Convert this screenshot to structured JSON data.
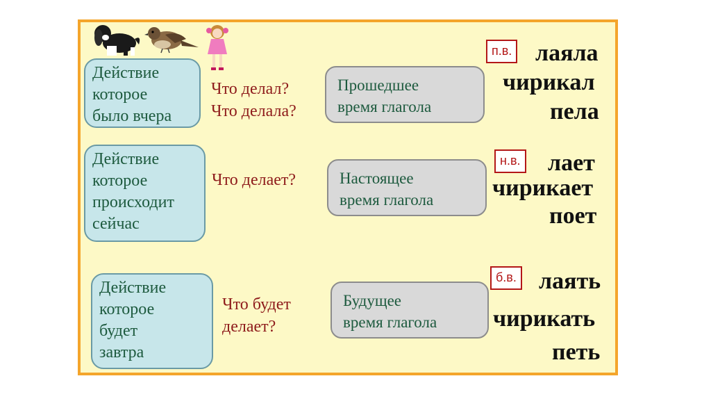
{
  "rows": [
    {
      "action_lines": [
        "Действие",
        "которое",
        "было вчера"
      ],
      "question_lines": [
        "Что делал?",
        "Что делала?"
      ],
      "tense_lines": [
        "Прошедшее",
        "время глагола"
      ],
      "tag": "п.в.",
      "verbs": [
        "лаяла",
        "чирикал",
        "пела"
      ]
    },
    {
      "action_lines": [
        "Действие",
        "которое",
        "происходит",
        "сейчас"
      ],
      "question_lines": [
        "Что делает?"
      ],
      "tense_lines": [
        "Настоящее",
        "время глагола"
      ],
      "tag": "н.в.",
      "verbs": [
        "лает",
        "чирикает",
        "поет"
      ]
    },
    {
      "action_lines": [
        "Действие",
        "которое",
        "будет",
        "завтра"
      ],
      "question_lines": [
        "Что будет",
        "делает?"
      ],
      "tense_lines": [
        "Будущее",
        "время глагола"
      ],
      "tag": "б.в.",
      "verbs": [
        "лаять",
        "чирикать",
        "петь"
      ]
    }
  ],
  "colors": {
    "frame_border": "#f4a52b",
    "frame_background": "#fdf9c6",
    "action_box": "#c7e6ea",
    "tense_box": "#d9d9d9",
    "question_text": "#8e1b1b",
    "tag_border": "#b31717"
  },
  "illustrations": [
    "dog-icon",
    "sparrow-icon",
    "girl-icon"
  ]
}
